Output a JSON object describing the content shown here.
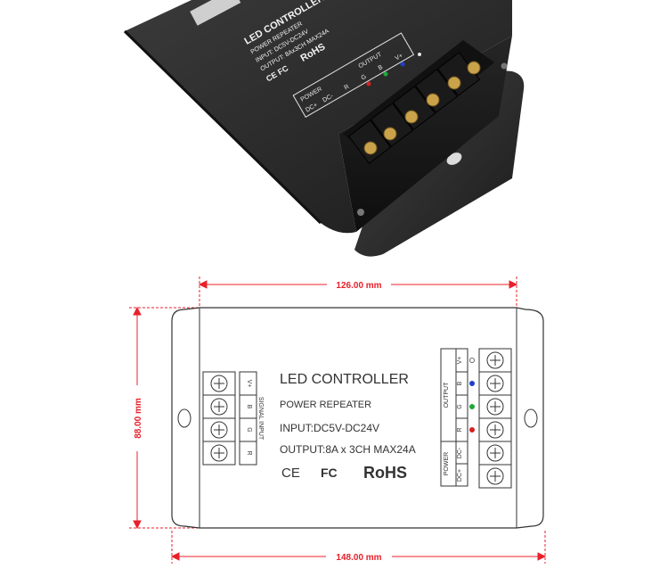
{
  "photo": {
    "label_title": "LED CONTROLLER",
    "label_sub": "POWER REPEATER",
    "label_input": "INPUT: DC5V-DC24V",
    "label_output": "OUTPUT: 8Ax3CH  MAX24A",
    "cert_marks": "CE FC",
    "rohs": "RoHS",
    "output_group": "OUTPUT",
    "power_group": "POWER",
    "terminals": [
      "DC+",
      "DC-",
      "R",
      "G",
      "B",
      "V+"
    ]
  },
  "dimensions": {
    "top_width": "126.00 mm",
    "bottom_width": "148.00 mm",
    "height": "88.00 mm"
  },
  "panel": {
    "title": "LED CONTROLLER",
    "subtitle": "POWER REPEATER",
    "input": "INPUT:DC5V-DC24V",
    "output": "OUTPUT:8A x 3CH  MAX24A",
    "ce": "CE",
    "fc": "FC",
    "rohs": "RoHS"
  },
  "signal_input": {
    "group_label": "SIGNAL INPUT",
    "pins": [
      "V+",
      "B",
      "G",
      "R"
    ]
  },
  "output_block": {
    "group_label": "OUTPUT",
    "pins": [
      "V+",
      "B",
      "G",
      "R"
    ],
    "led_colors": [
      "#ffffff",
      "#1f3fd0",
      "#1fa83a",
      "#d42020"
    ]
  },
  "power_block": {
    "group_label": "POWER",
    "pins": [
      "DC-",
      "DC+"
    ]
  },
  "colors": {
    "dimension": "#e8202a",
    "housing": "#2b2b2b",
    "outline": "#333333"
  }
}
